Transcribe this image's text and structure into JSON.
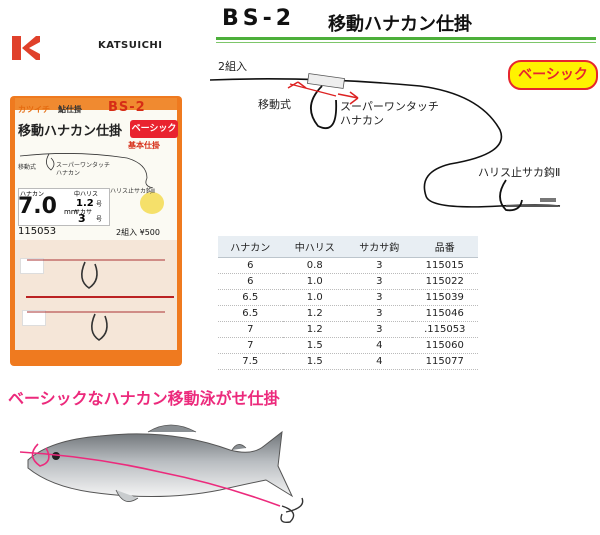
{
  "header": {
    "model": "BS-2",
    "product_name": "移動ハナカン仕掛",
    "accent_color": "#4caf3a"
  },
  "brand": {
    "logo_icon": "katsuichi-k-logo",
    "name": "KATSUICHI",
    "logo_color": "#e0412b"
  },
  "package": {
    "brand_kana": "カツイチ",
    "kind": "鮎仕掛",
    "model": "BS-2",
    "title": "移動ハナカン仕掛",
    "badge": "ベーシック",
    "badge_sub": "基本仕掛",
    "tag_left": "移動式",
    "tag_mid": "スーパーワンタッチ\nハナカン",
    "hana_label": "ハナカン",
    "hana_value": "7.0",
    "hana_unit": "mm",
    "nakahari_label": "中ハリス",
    "nakahari_value": "1.2",
    "nakahari_unit": "号",
    "sakasa_label": "サカサ",
    "sakasa_value": "3",
    "sakasa_unit": "号",
    "code": "115053",
    "price": "2組入 ¥500",
    "hook_label": "ハリス止サカ鈎Ⅱ"
  },
  "diagram": {
    "quantity": "2組入",
    "movable_label": "移動式",
    "one_touch_label": "スーパーワンタッチ\nハナカン",
    "hook_label": "ハリス止サカ鈎Ⅱ",
    "badge": "ベーシック",
    "badge_bg": "#fff200",
    "badge_fg": "#e6262e"
  },
  "table": {
    "headers": [
      "ハナカン",
      "中ハリス",
      "サカサ鈎",
      "品番"
    ],
    "rows": [
      [
        "6",
        "0.8",
        "3",
        "115015"
      ],
      [
        "6",
        "1.0",
        "3",
        "115022"
      ],
      [
        "6.5",
        "1.0",
        "3",
        "115039"
      ],
      [
        "6.5",
        "1.2",
        "3",
        "115046"
      ],
      [
        "7",
        "1.2",
        "3",
        ".115053"
      ],
      [
        "7",
        "1.5",
        "4",
        "115060"
      ],
      [
        "7.5",
        "1.5",
        "4",
        "115077"
      ]
    ]
  },
  "caption": {
    "text": "ベーシックなハナカン移動泳がせ仕掛",
    "color": "#ec2a7c"
  }
}
